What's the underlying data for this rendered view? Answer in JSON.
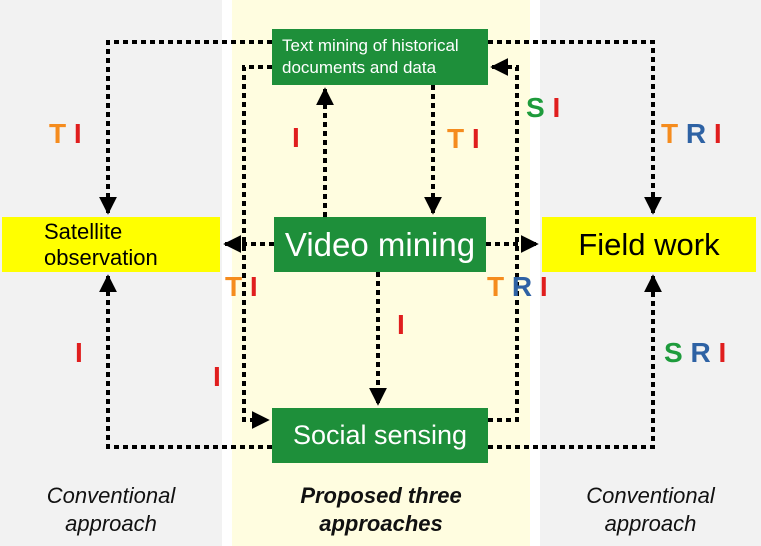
{
  "boxes": {
    "text_mining": "Text mining of historical documents and data",
    "video_mining": "Video mining",
    "social_sensing": "Social sensing",
    "satellite": "Satellite observation",
    "field_work": "Field work"
  },
  "captions": {
    "left": "Conventional approach",
    "middle": "Proposed three approaches",
    "right": "Conventional approach"
  },
  "labels": {
    "t": "T",
    "r": "R",
    "i": "I",
    "s": "S"
  },
  "colors": {
    "T": "#f58c1e",
    "R": "#2e62a4",
    "I": "#e01e1e",
    "S": "#1e9b3c",
    "green_box": "#1e8f3a",
    "yellow_box": "#ffff00",
    "side_panel": "#f2f2f2",
    "middle_panel": "#fffde0"
  }
}
